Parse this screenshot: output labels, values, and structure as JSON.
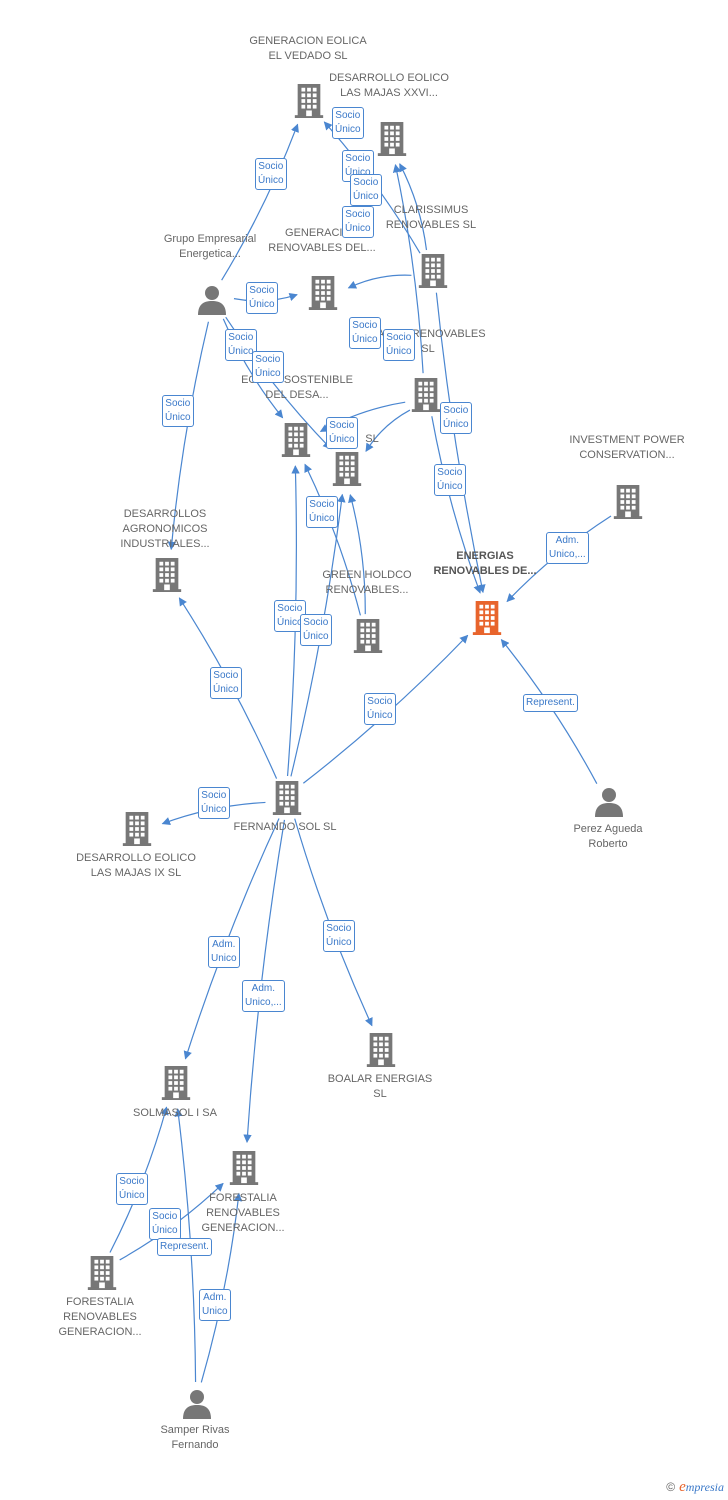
{
  "colors": {
    "edge": "#4a86d0",
    "company": "#777777",
    "focus_company": "#e8642c",
    "person": "#777777"
  },
  "nodes": [
    {
      "id": "vedado",
      "type": "company-icon",
      "label": "GENERACION EOLICA EL VEDADO SL"
    },
    {
      "id": "majas-xxvi",
      "type": "company-icon",
      "label": "DESARROLLO EOLICO LAS MAJAS XXVI..."
    },
    {
      "id": "clarissimus",
      "type": "company-icon",
      "label": "CLARISSIMUS RENOVABLES SL"
    },
    {
      "id": "gen-renovables",
      "type": "company-icon",
      "label": "GENERACION RENOVABLES DEL..."
    },
    {
      "id": "grupo-empresarial",
      "type": "person-icon",
      "label": "Grupo Empresarial Energetica..."
    },
    {
      "id": "parco",
      "type": "company-icon",
      "label": "PARCO RENOVABLES SL"
    },
    {
      "id": "eolica-sostenible",
      "type": "company-icon",
      "label": "EOLICA SOSTENIBLE DEL DESA..."
    },
    {
      "id": "desa-l",
      "type": "company-icon",
      "label": "SL"
    },
    {
      "id": "investment",
      "type": "company-icon",
      "label": "INVESTMENT POWER CONSERVATION..."
    },
    {
      "id": "agronomicos",
      "type": "company-icon",
      "label": "DESARROLLOS AGRONOMICOS INDUSTRIALES..."
    },
    {
      "id": "energias",
      "type": "focus-company-icon",
      "label": "ENERGIAS RENOVABLES DE..."
    },
    {
      "id": "green",
      "type": "company-icon",
      "label": "GREEN HOLDCO RENOVABLES..."
    },
    {
      "id": "fernando",
      "type": "company-icon",
      "label": "FERNANDO SOL SL"
    },
    {
      "id": "perez",
      "type": "person-icon",
      "label": "Perez Agueda Roberto"
    },
    {
      "id": "majas-ix",
      "type": "company-icon",
      "label": "DESARROLLO EOLICO LAS MAJAS IX SL"
    },
    {
      "id": "boalar",
      "type": "company-icon",
      "label": "BOALAR ENERGIAS SL"
    },
    {
      "id": "solmasol",
      "type": "company-icon",
      "label": "SOLMASOL I SA"
    },
    {
      "id": "forestalia-a",
      "type": "company-icon",
      "label": "FORESTALIA RENOVABLES GENERACION..."
    },
    {
      "id": "forestalia-b",
      "type": "company-icon",
      "label": "FORESTALIA RENOVABLES GENERACION..."
    },
    {
      "id": "samper",
      "type": "person-icon",
      "label": "Samper Rivas Fernando"
    }
  ],
  "edges": [
    {
      "from": "grupo-empresarial",
      "to": "vedado",
      "label": "Socio Único"
    },
    {
      "from": "grupo-empresarial",
      "to": "agronomicos",
      "label": "Socio Único"
    },
    {
      "from": "grupo-empresarial",
      "to": "eolica-sostenible",
      "label": "Socio Único"
    },
    {
      "from": "grupo-empresarial",
      "to": "gen-renovables",
      "label": "Socio Único"
    },
    {
      "from": "grupo-empresarial",
      "to": "desa-l",
      "label": "Socio Único"
    },
    {
      "from": "clarissimus",
      "to": "vedado",
      "label": "Socio Único"
    },
    {
      "from": "clarissimus",
      "to": "majas-xxvi",
      "label": "Socio Único"
    },
    {
      "from": "clarissimus",
      "to": "gen-renovables",
      "label": "Socio Único"
    },
    {
      "from": "clarissimus",
      "to": "energias",
      "label": "Socio Único"
    },
    {
      "from": "parco",
      "to": "majas-xxvi",
      "label": "Socio Único"
    },
    {
      "from": "parco",
      "to": "eolica-sostenible",
      "label": "Socio Único"
    },
    {
      "from": "parco",
      "to": "desa-l",
      "label": "Socio Único"
    },
    {
      "from": "parco",
      "to": "energias",
      "label": "Socio Único"
    },
    {
      "from": "green",
      "to": "eolica-sostenible",
      "label": "Socio Único"
    },
    {
      "from": "green",
      "to": "desa-l",
      "label": "Socio Único"
    },
    {
      "from": "investment",
      "to": "energias",
      "label": "Adm. Unico,..."
    },
    {
      "from": "fernando",
      "to": "agronomicos",
      "label": "Socio Único"
    },
    {
      "from": "fernando",
      "to": "eolica-sostenible",
      "label": "Socio Único"
    },
    {
      "from": "fernando",
      "to": "desa-l",
      "label": "Socio Único"
    },
    {
      "from": "fernando",
      "to": "energias",
      "label": "Socio Único"
    },
    {
      "from": "perez",
      "to": "energias",
      "label": "Represent."
    },
    {
      "from": "fernando",
      "to": "majas-ix",
      "label": "Socio Único"
    },
    {
      "from": "fernando",
      "to": "solmasol",
      "label": "Adm. Unico"
    },
    {
      "from": "fernando",
      "to": "forestalia-a",
      "label": "Adm. Unico,..."
    },
    {
      "from": "fernando",
      "to": "boalar",
      "label": "Socio Único"
    },
    {
      "from": "forestalia-b",
      "to": "solmasol",
      "label": "Socio Único"
    },
    {
      "from": "forestalia-b",
      "to": "forestalia-a",
      "label": "Socio Único"
    },
    {
      "from": "samper",
      "to": "solmasol",
      "label": "Represent."
    },
    {
      "from": "samper",
      "to": "forestalia-a",
      "label": "Adm. Unico"
    }
  ],
  "footer": {
    "copyright": "©",
    "brand_initial": "e",
    "brand_rest": "mpresia"
  }
}
